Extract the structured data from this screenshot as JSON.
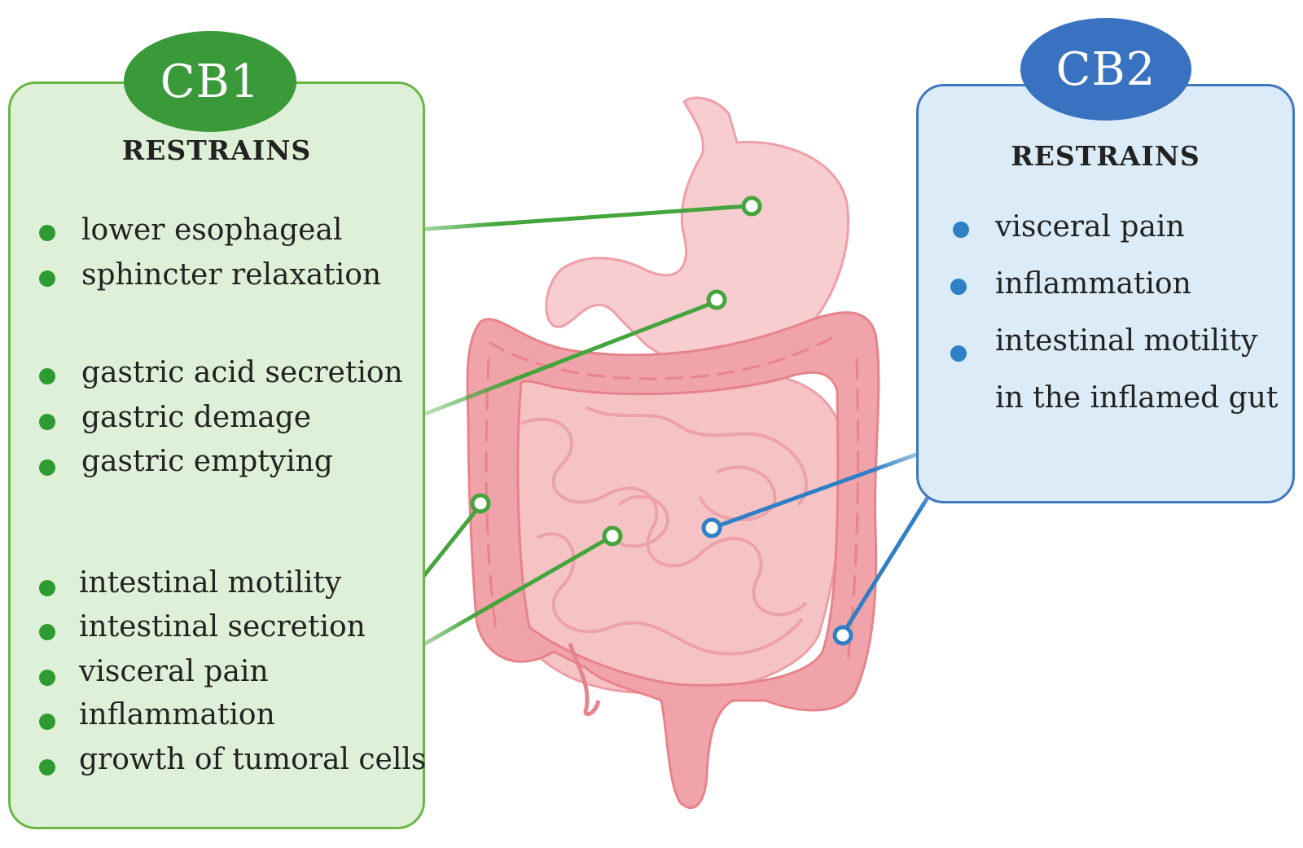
{
  "cb1": {
    "label": "CB1",
    "heading": "RESTRAINS",
    "color": "#3a9a3a",
    "items": [
      "lower esophageal",
      "sphincter relaxation",
      "gastric acid secretion",
      "gastric demage",
      "gastric emptying",
      "intestinal motility",
      "intestinal secretion",
      "visceral pain",
      "inflammation",
      "growth of tumoral cells"
    ]
  },
  "cb2": {
    "label": "CB2",
    "heading": "RESTRAINS",
    "color": "#3872c0",
    "items": [
      "visceral pain",
      "inflammation",
      "intestinal motility",
      "in the inflamed gut"
    ]
  }
}
